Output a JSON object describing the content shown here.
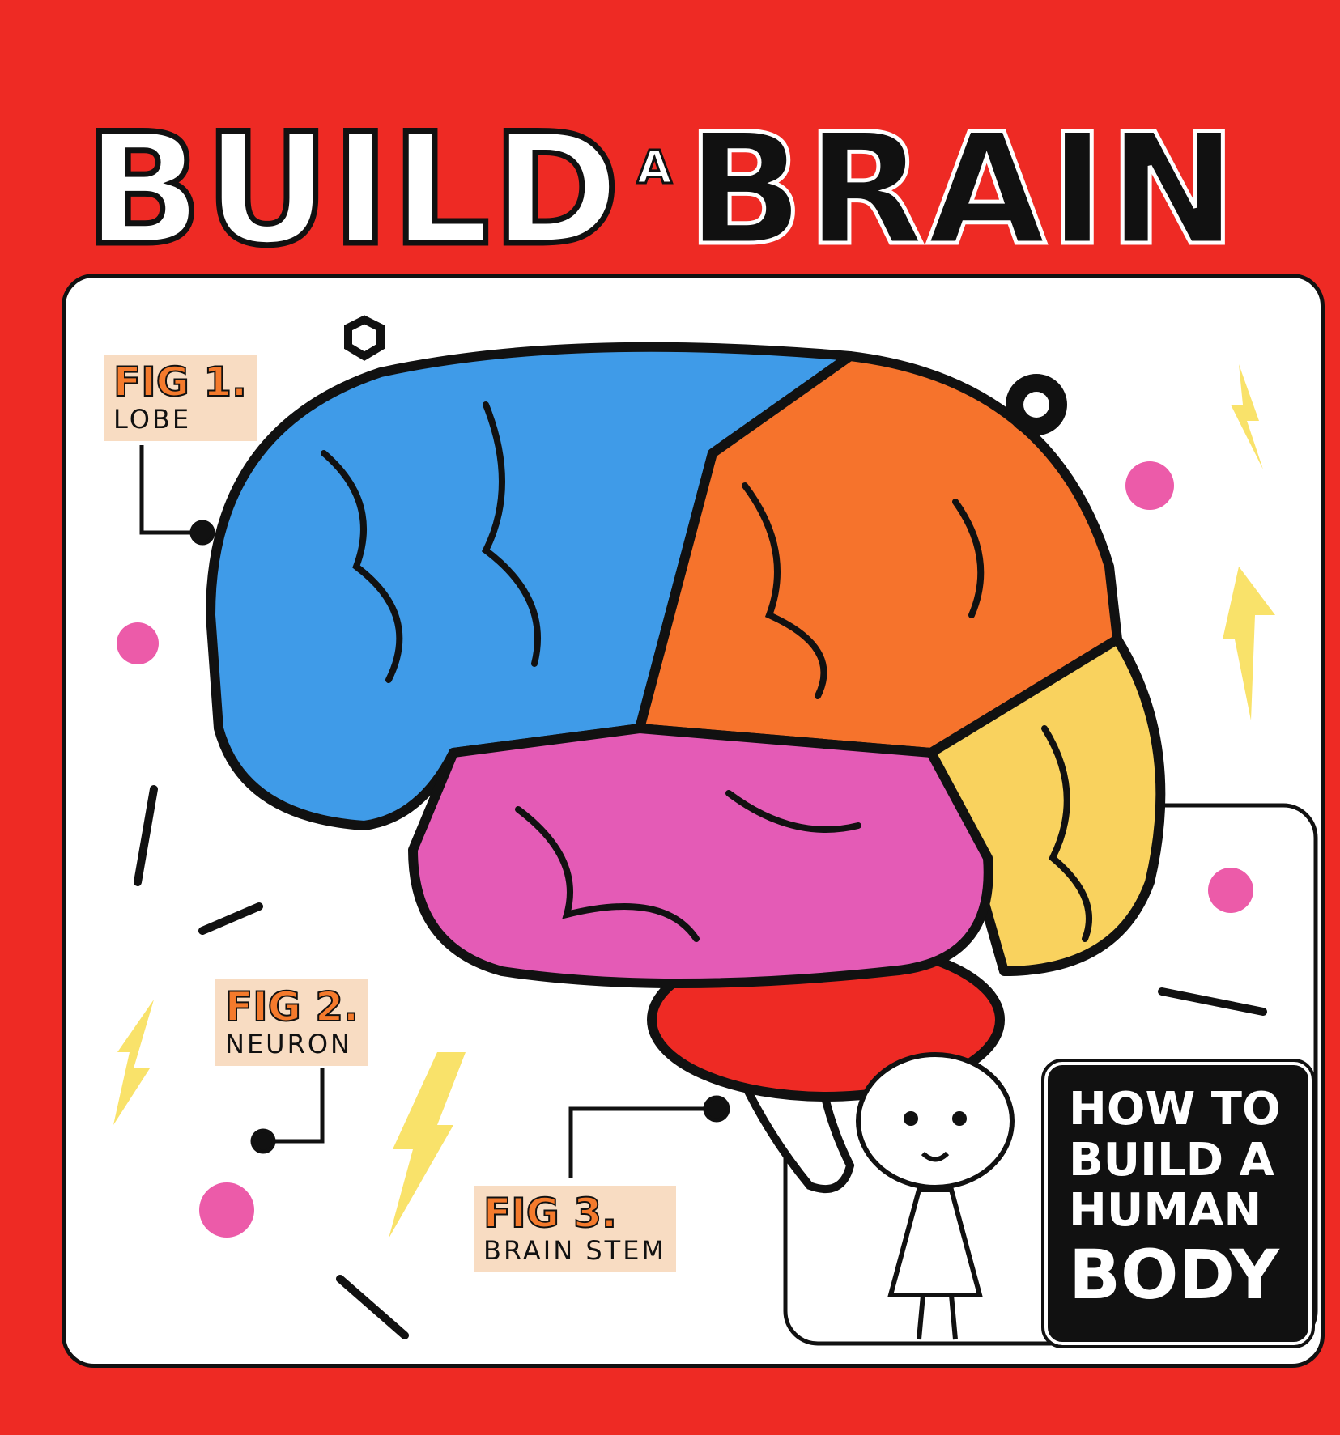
{
  "cover": {
    "title_word1": "BUILD",
    "title_word2": "A",
    "title_word3": "BRAIN",
    "figures": [
      {
        "number": "FIG 1.",
        "label": "LOBE"
      },
      {
        "number": "FIG 2.",
        "label": "NEURON"
      },
      {
        "number": "FIG 3.",
        "label": "BRAIN STEM"
      }
    ],
    "series_badge": {
      "line1": "HOW TO",
      "line2": "BUILD A",
      "line3": "HUMAN",
      "line4": "BODY"
    },
    "colors": {
      "background": "#ee2a24",
      "frontal": "#3f9be8",
      "parietal": "#f6732c",
      "temporal": "#e45bb6",
      "occipital": "#f9d25e",
      "cerebellum": "#ee2a24"
    }
  }
}
